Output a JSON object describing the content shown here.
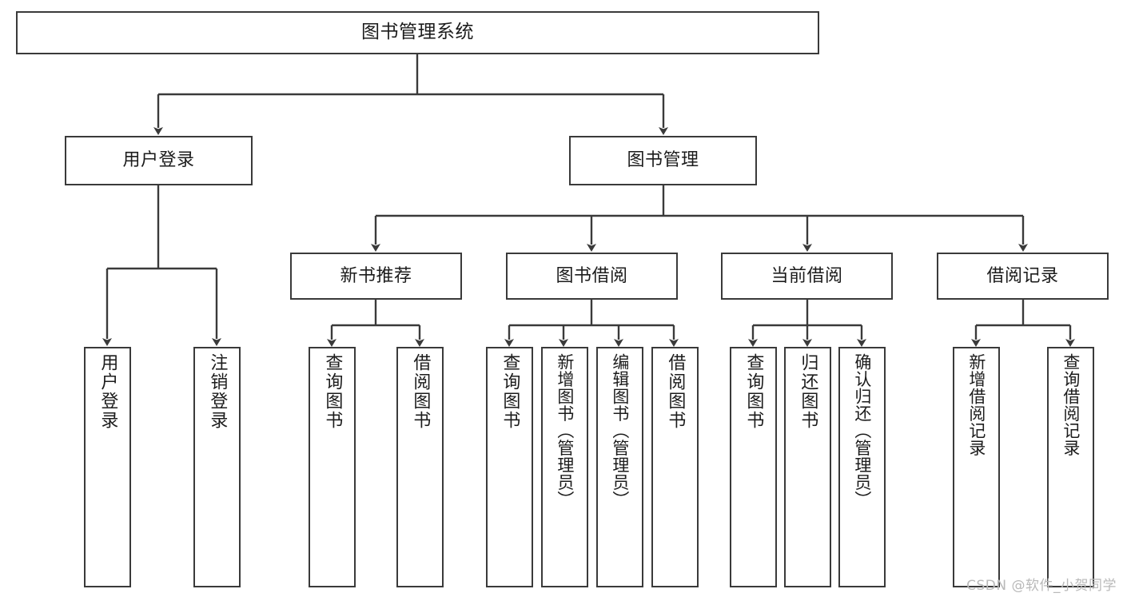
{
  "diagram": {
    "type": "tree-hierarchy",
    "title": "图书管理系统",
    "orientation": "top-down",
    "colors": {
      "node_border": "#3a3a3a",
      "node_fill": "#ffffff",
      "edge": "#3a3a3a",
      "text": "#1c1c1c",
      "watermark": "#b9b9b9",
      "background": "#ffffff"
    },
    "nodes": {
      "root": {
        "label": "图书管理系统"
      },
      "level2": [
        {
          "id": "user-login",
          "label": "用户登录"
        },
        {
          "id": "book-manage",
          "label": "图书管理"
        }
      ],
      "level3": [
        {
          "id": "new-book-recommend",
          "label": "新书推荐"
        },
        {
          "id": "book-borrow",
          "label": "图书借阅"
        },
        {
          "id": "current-borrow",
          "label": "当前借阅"
        },
        {
          "id": "borrow-record",
          "label": "借阅记录"
        }
      ],
      "leaves": [
        {
          "id": "leaf-user-login",
          "label": "用户登录",
          "parent": "user-login"
        },
        {
          "id": "leaf-logout",
          "label": "注销登录",
          "parent": "user-login"
        },
        {
          "id": "leaf-query-book-1",
          "label": "查询图书",
          "parent": "new-book-recommend"
        },
        {
          "id": "leaf-borrow-book-1",
          "label": "借阅图书",
          "parent": "new-book-recommend"
        },
        {
          "id": "leaf-query-book-2",
          "label": "查询图书",
          "parent": "book-borrow"
        },
        {
          "id": "leaf-add-book",
          "label": "新增图书（管理员）",
          "parent": "book-borrow"
        },
        {
          "id": "leaf-edit-book",
          "label": "编辑图书（管理员）",
          "parent": "book-borrow"
        },
        {
          "id": "leaf-borrow-book-2",
          "label": "借阅图书",
          "parent": "book-borrow"
        },
        {
          "id": "leaf-query-book-3",
          "label": "查询图书",
          "parent": "current-borrow"
        },
        {
          "id": "leaf-return-book",
          "label": "归还图书",
          "parent": "current-borrow"
        },
        {
          "id": "leaf-confirm-return",
          "label": "确认归还（管理员）",
          "parent": "current-borrow"
        },
        {
          "id": "leaf-add-record",
          "label": "新增借阅记录",
          "parent": "borrow-record"
        },
        {
          "id": "leaf-query-record",
          "label": "查询借阅记录",
          "parent": "borrow-record"
        }
      ]
    },
    "watermark": "CSDN @软件_小贺同学"
  }
}
